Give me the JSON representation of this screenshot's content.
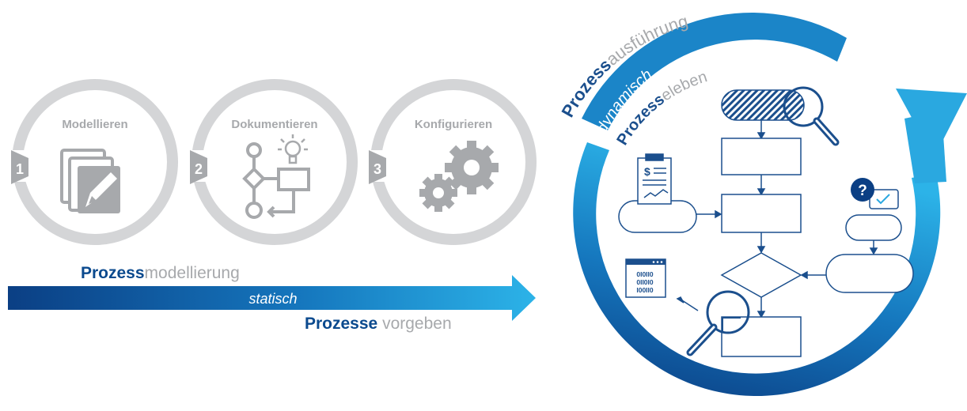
{
  "steps": [
    {
      "number": "1",
      "label": "Modellieren"
    },
    {
      "number": "2",
      "label": "Dokumentieren"
    },
    {
      "number": "3",
      "label": "Konfigurieren"
    }
  ],
  "static_phase": {
    "title_bold": "Prozess",
    "title_rest": "modellierung",
    "arrow_text": "statisch",
    "subtitle_bold": "Prozesse",
    "subtitle_rest": " vorgeben"
  },
  "dynamic_phase": {
    "outer_bold": "Prozess",
    "outer_rest": "ausführung",
    "middle_text": "dynamisch",
    "inner_bold": "Prozess",
    "inner_rest": "eleben"
  },
  "icons": {
    "question_mark": "?",
    "dollar": "$",
    "binary_lines": [
      "0I0II0",
      "0II0I0",
      "I00II0"
    ]
  },
  "colors": {
    "gray": "#a7a9ac",
    "gray_light": "#c9cacc",
    "blue_dark": "#0b4a8e",
    "blue": "#1576bd",
    "blue_light": "#2aa8e0"
  }
}
